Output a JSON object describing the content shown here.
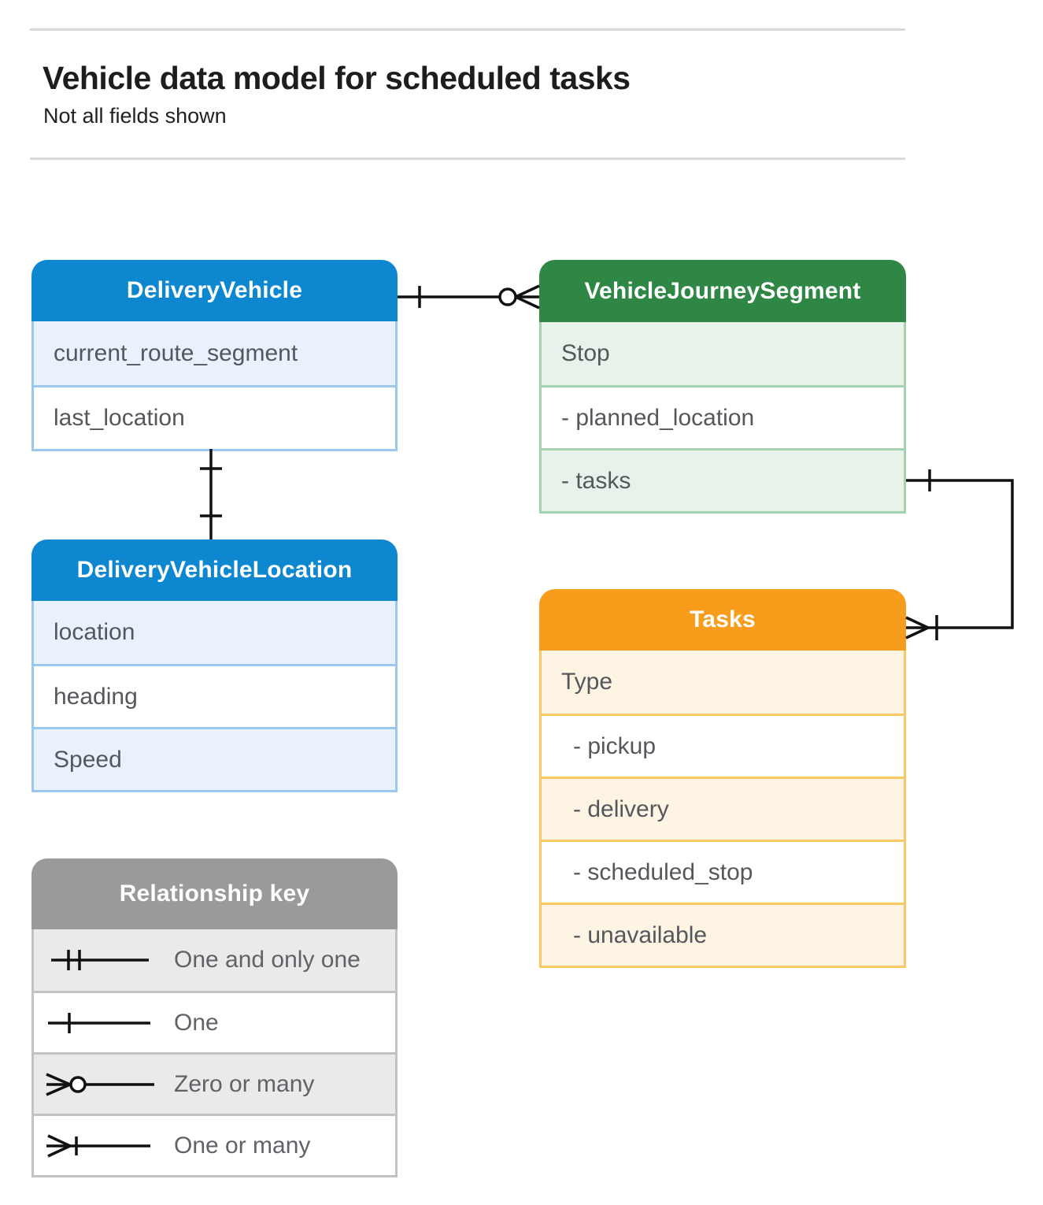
{
  "page": {
    "title": "Vehicle data model for scheduled tasks",
    "subtitle": "Not all fields shown"
  },
  "entities": {
    "delivery_vehicle": {
      "title": "DeliveryVehicle",
      "fields": [
        {
          "label": "current_route_segment"
        },
        {
          "label": "last_location"
        }
      ]
    },
    "vehicle_journey_segment": {
      "title": "VehicleJourneySegment",
      "fields": [
        {
          "label": "Stop"
        },
        {
          "label": "- planned_location"
        },
        {
          "label": "- tasks"
        }
      ]
    },
    "delivery_vehicle_location": {
      "title": "DeliveryVehicleLocation",
      "fields": [
        {
          "label": "location"
        },
        {
          "label": "heading"
        },
        {
          "label": "Speed"
        }
      ]
    },
    "tasks": {
      "title": "Tasks",
      "fields": [
        {
          "label": "Type"
        },
        {
          "label": "- pickup"
        },
        {
          "label": "- delivery"
        },
        {
          "label": "- scheduled_stop"
        },
        {
          "label": "- unavailable"
        }
      ]
    }
  },
  "relationship_key": {
    "title": "Relationship key",
    "items": [
      {
        "symbol": "one-and-only-one-icon",
        "label": "One and only one"
      },
      {
        "symbol": "one-icon",
        "label": "One"
      },
      {
        "symbol": "zero-or-many-icon",
        "label": "Zero or many"
      },
      {
        "symbol": "one-or-many-icon",
        "label": "One or many"
      }
    ]
  },
  "colors": {
    "blue_header": "#0e87d1",
    "blue_row_tint": "#e8f1fc",
    "blue_border": "#9ac8f0",
    "green_header": "#2e8745",
    "green_row_tint": "#e7f2ea",
    "green_border": "#a5d2ae",
    "orange_header": "#f89c1c",
    "orange_row_tint": "#fdf4e3",
    "orange_border": "#fbc863",
    "gray_header": "#9a9a9a",
    "gray_row_tint": "#eaeaea",
    "gray_border": "#c2c2c2",
    "connector": "#111111",
    "field_text": "#54575c",
    "rule": "#d9d9d9"
  }
}
